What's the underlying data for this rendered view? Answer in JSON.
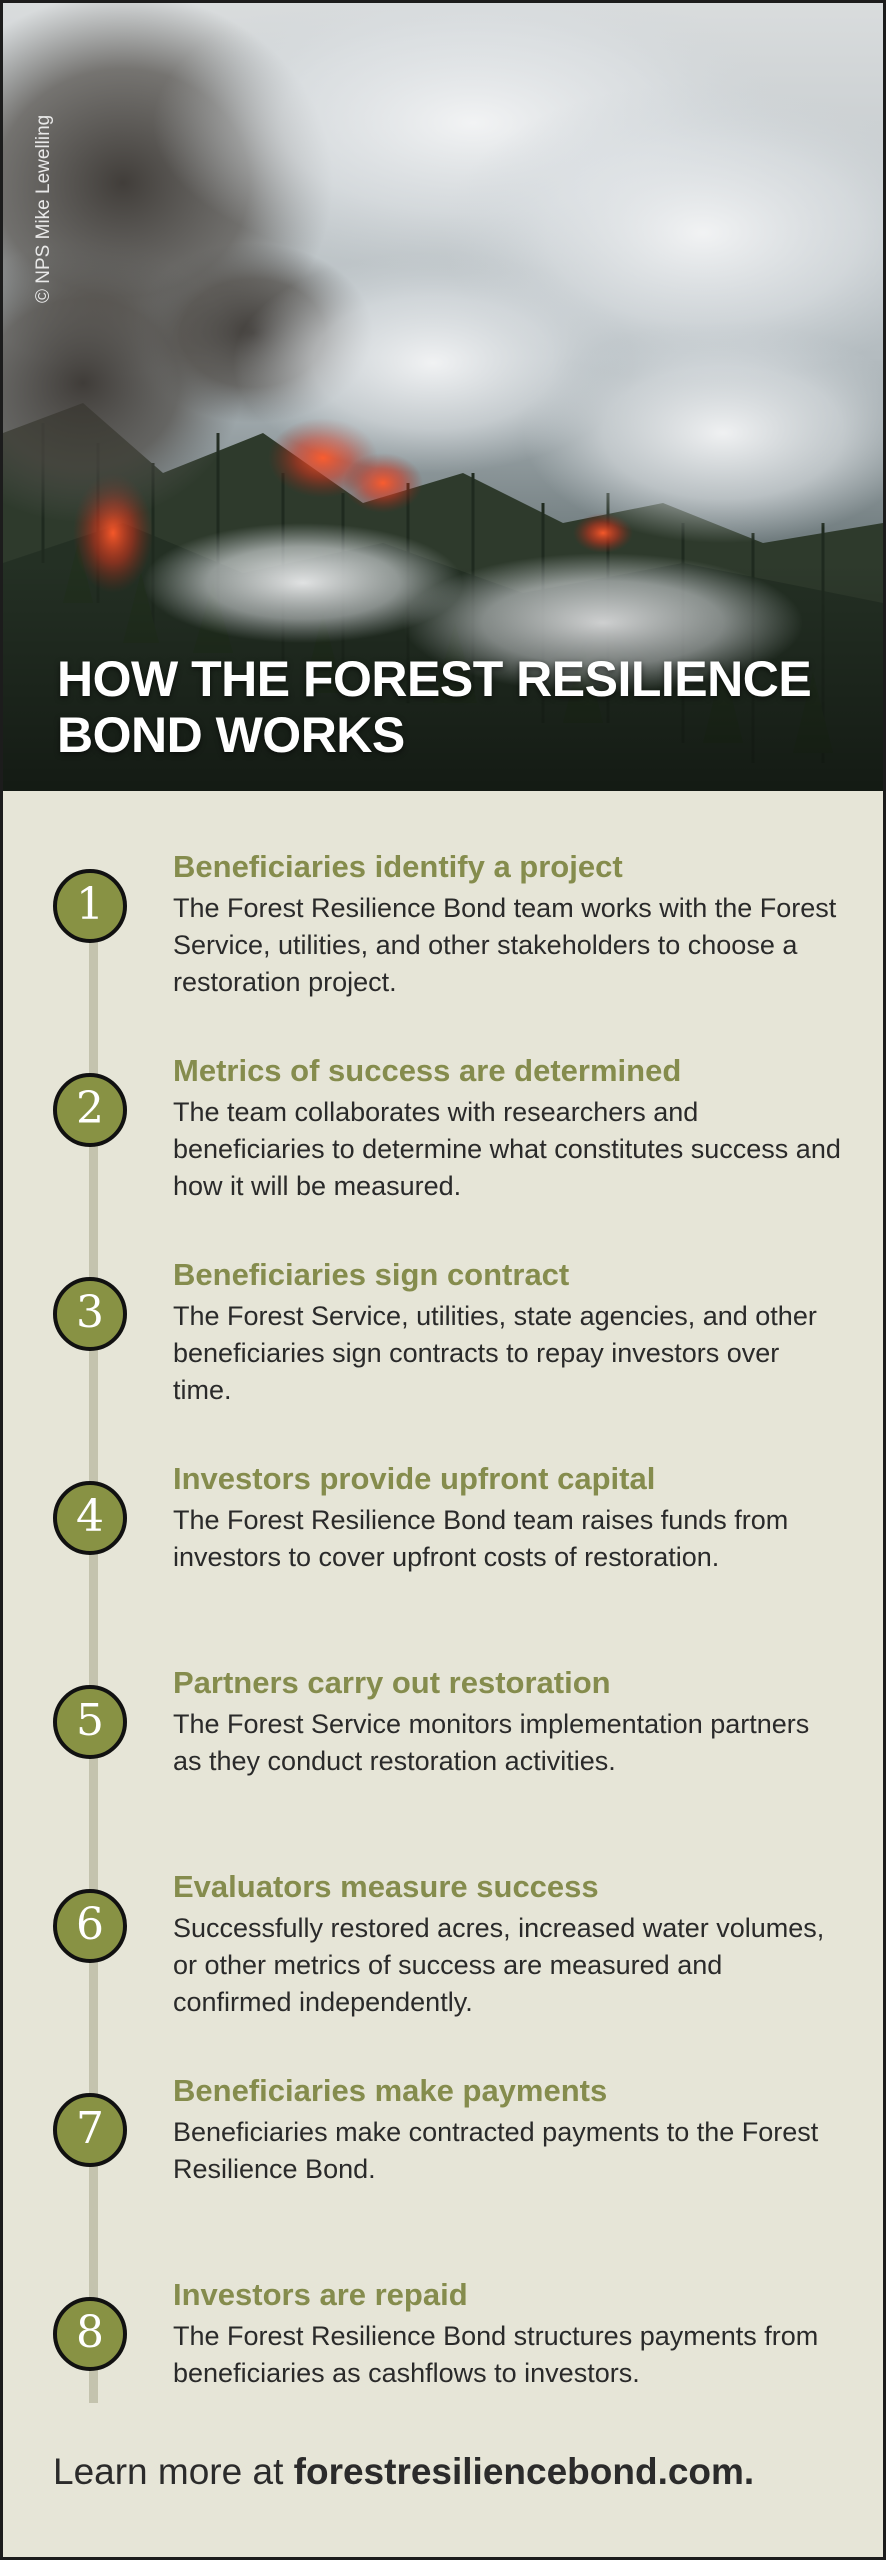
{
  "hero": {
    "photo_credit": "© NPS Mike Lewelling",
    "title_line1": "HOW THE FOREST RESILIENCE",
    "title_line2": "BOND WORKS"
  },
  "steps": [
    {
      "number": "1",
      "title": "Beneficiaries identify a project",
      "body": "The Forest Resilience Bond team works with the Forest Service, utilities, and other stakeholders to choose a restoration project."
    },
    {
      "number": "2",
      "title": "Metrics of success are determined",
      "body": "The team collaborates with researchers and beneficiaries to determine what constitutes success and how it will be measured."
    },
    {
      "number": "3",
      "title": "Beneficiaries sign contract",
      "body": "The Forest Service, utilities, state agencies, and other beneficiaries sign contracts to repay investors over time."
    },
    {
      "number": "4",
      "title": "Investors provide upfront capital",
      "body": "The Forest Resilience Bond team raises funds from investors to cover upfront costs of restoration."
    },
    {
      "number": "5",
      "title": "Partners carry out restoration",
      "body": "The Forest Service monitors implementation partners as they conduct restoration activities."
    },
    {
      "number": "6",
      "title": "Evaluators measure success",
      "body": "Successfully restored acres, increased water volumes, or other metrics of success are measured and confirmed independently."
    },
    {
      "number": "7",
      "title": "Beneficiaries make payments",
      "body": "Beneficiaries make contracted payments to the Forest Resilience Bond."
    },
    {
      "number": "8",
      "title": "Investors are repaid",
      "body": "The Forest Resilience Bond structures payments from beneficiaries as cashflows to investors."
    }
  ],
  "footer": {
    "prefix": "Learn more at ",
    "link": "forestresiliencebond.com."
  },
  "colors": {
    "panel_background": "#e6e5d7",
    "badge_fill": "#889244",
    "title_accent": "#858c4d",
    "timeline": "#c4c3ae",
    "border": "#1c1c1c"
  }
}
